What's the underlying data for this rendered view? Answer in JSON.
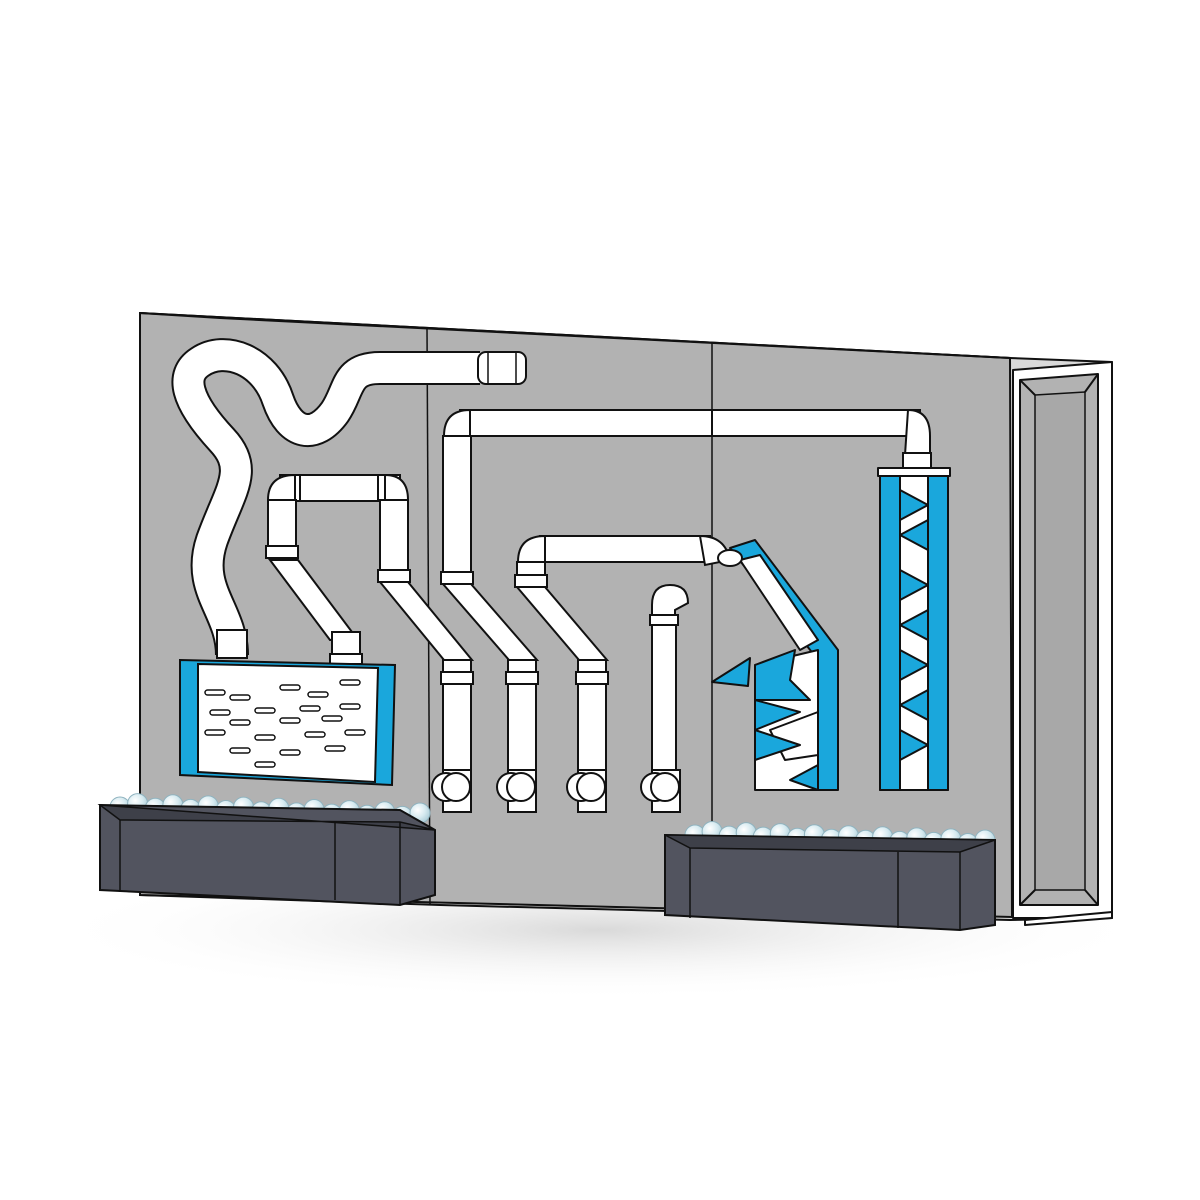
{
  "scene": {
    "description_labels": [],
    "colors": {
      "background": "#ffffff",
      "floor_shadow": "#e3e3e3",
      "board": "#b2b2b2",
      "board_frame": "#d9d9d9",
      "frame_inner": "#a8a8a8",
      "outline": "#111111",
      "pipe": "#ffffff",
      "accent": "#1aa7dc",
      "planter": "#52545f",
      "planter_dark": "#3e4049",
      "ball": "#d6eaf0",
      "ball_highlight": "#ffffff"
    },
    "icons": {
      "panel": "pegboard-panel",
      "hose": "flexible-hose",
      "pipe": "pvc-pipe",
      "elbow": "pipe-elbow",
      "valve": "ball-valve",
      "planter": "planter-box",
      "stone": "pebble",
      "tray": "slotted-tray",
      "zigzag": "zigzag-chute",
      "ramp": "ramp-channel"
    }
  }
}
